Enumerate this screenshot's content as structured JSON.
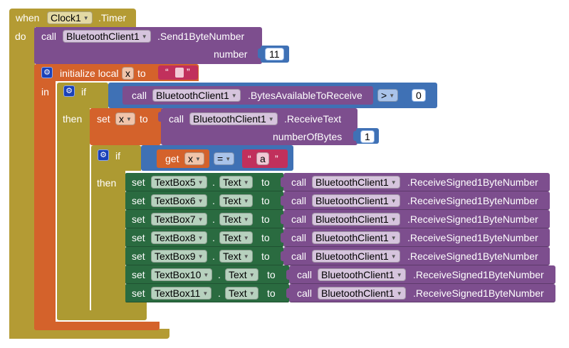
{
  "event": {
    "when": "when",
    "component": "Clock1",
    "event_name": ".Timer",
    "do": "do"
  },
  "send": {
    "call": "call",
    "component": "BluetoothClient1",
    "method": ".Send1ByteNumber",
    "arg_label": "number",
    "arg_value": "11"
  },
  "init": {
    "label": "initialize local",
    "var": "x",
    "to": "to",
    "in": "in",
    "value_open": "“",
    "value_close": "”"
  },
  "if1": {
    "if": "if",
    "call": "call",
    "component": "BluetoothClient1",
    "method": ".BytesAvailableToReceive",
    "op": ">",
    "rhs": "0",
    "then": "then"
  },
  "set_x": {
    "set": "set",
    "var": "x",
    "to": "to",
    "call": "call",
    "component": "BluetoothClient1",
    "method": ".ReceiveText",
    "arg_label": "numberOfBytes",
    "arg_value": "1"
  },
  "if2": {
    "if": "if",
    "get": "get",
    "var": "x",
    "op": "=",
    "text_open": "“",
    "text_value": "a",
    "text_close": "”",
    "then": "then"
  },
  "sets": [
    {
      "set": "set",
      "textbox": "TextBox5",
      "dot": ".",
      "prop": "Text",
      "to": "to",
      "call": "call",
      "component": "BluetoothClient1",
      "method": ".ReceiveSigned1ByteNumber"
    },
    {
      "set": "set",
      "textbox": "TextBox6",
      "dot": ".",
      "prop": "Text",
      "to": "to",
      "call": "call",
      "component": "BluetoothClient1",
      "method": ".ReceiveSigned1ByteNumber"
    },
    {
      "set": "set",
      "textbox": "TextBox7",
      "dot": ".",
      "prop": "Text",
      "to": "to",
      "call": "call",
      "component": "BluetoothClient1",
      "method": ".ReceiveSigned1ByteNumber"
    },
    {
      "set": "set",
      "textbox": "TextBox8",
      "dot": ".",
      "prop": "Text",
      "to": "to",
      "call": "call",
      "component": "BluetoothClient1",
      "method": ".ReceiveSigned1ByteNumber"
    },
    {
      "set": "set",
      "textbox": "TextBox9",
      "dot": ".",
      "prop": "Text",
      "to": "to",
      "call": "call",
      "component": "BluetoothClient1",
      "method": ".ReceiveSigned1ByteNumber"
    },
    {
      "set": "set",
      "textbox": "TextBox10",
      "dot": ".",
      "prop": "Text",
      "to": "to",
      "call": "call",
      "component": "BluetoothClient1",
      "method": ".ReceiveSigned1ByteNumber"
    },
    {
      "set": "set",
      "textbox": "TextBox11",
      "dot": ".",
      "prop": "Text",
      "to": "to",
      "call": "call",
      "component": "BluetoothClient1",
      "method": ".ReceiveSigned1ByteNumber"
    }
  ],
  "colors": {
    "event": "#b49b34",
    "procedure": "#7d4e8e",
    "variable": "#d4622b",
    "control": "#ad9a32",
    "math": "#3f71b5",
    "text": "#c1305c",
    "setter": "#2a6b40"
  },
  "icons": {
    "mutator": "gear-icon",
    "dropdown": "chevron-down-icon"
  }
}
